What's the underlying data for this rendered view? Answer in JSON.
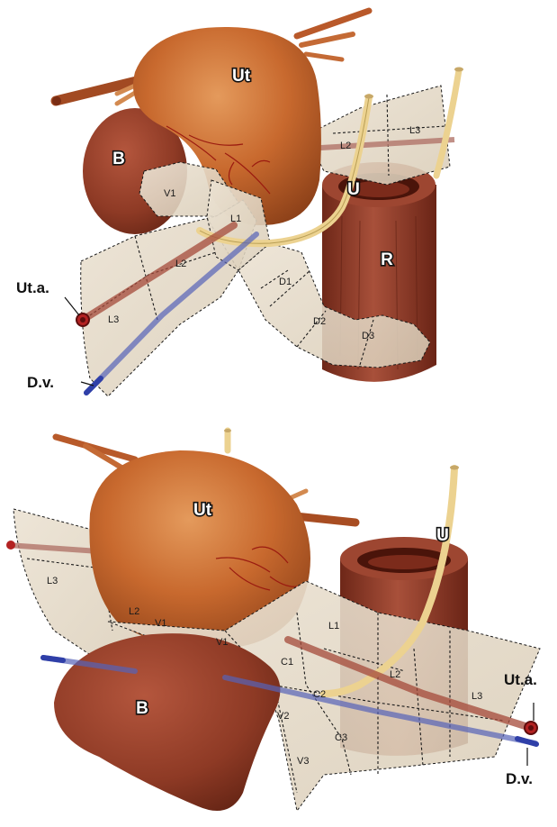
{
  "top_panel": {
    "labels": {
      "uterus": "Ut",
      "bladder": "B",
      "ureter": "U",
      "rectum": "R",
      "uterine_artery": "Ut.a.",
      "deep_vein": "D.v.",
      "v1": "V1",
      "l1": "L1",
      "l2_left": "L2",
      "l3_left": "L3",
      "l2_right": "L2",
      "l3_right": "L3",
      "d1": "D1",
      "d2": "D2",
      "d3": "D3"
    }
  },
  "bottom_panel": {
    "labels": {
      "uterus": "Ut",
      "bladder": "B",
      "ureter": "U",
      "uterine_artery": "Ut.a.",
      "deep_vein": "D.v.",
      "l3_left": "L3",
      "l2_left": "L2",
      "v1_a": "V1",
      "v1_b": "V1",
      "l1": "L1",
      "c1": "C1",
      "c2": "C2",
      "c3": "C3",
      "v2": "V2",
      "v3": "V3",
      "l2_right": "L2",
      "l3_right": "L3"
    }
  },
  "colors": {
    "uterus": "#c8692e",
    "muscle": "#8e3a25",
    "ureter": "#ecd290",
    "ligament": "#e6dccb",
    "artery": "#b32222",
    "vein": "#2f3fa8"
  }
}
